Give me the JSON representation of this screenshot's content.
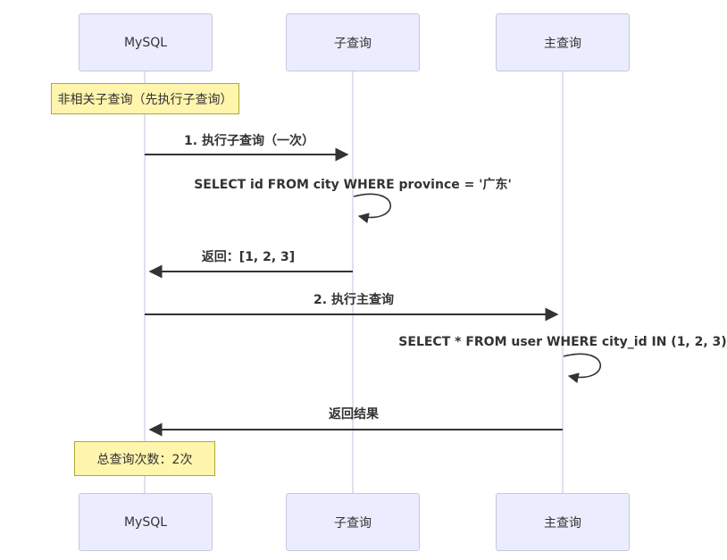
{
  "diagram": {
    "type": "sequence",
    "colors": {
      "background": "#ffffff",
      "actor_fill": "#ECECFF",
      "actor_border": "#c6c6e2",
      "lifeline": "#d5d5e8",
      "note_fill": "#fff5ad",
      "note_border": "#aaaa33",
      "arrow": "#333333",
      "text": "#333333"
    },
    "actors": [
      {
        "id": "mysql",
        "label": "MySQL"
      },
      {
        "id": "subquery",
        "label": "子查询"
      },
      {
        "id": "mainquery",
        "label": "主查询"
      }
    ],
    "notes": [
      {
        "over": "mysql",
        "text": "非相关子查询（先执行子查询）"
      },
      {
        "over": "mysql",
        "text": "总查询次数：2次"
      }
    ],
    "messages": [
      {
        "from": "mysql",
        "to": "subquery",
        "style": "solid-arrow",
        "text": "1. 执行子查询（一次）"
      },
      {
        "self": "subquery",
        "style": "self-loop",
        "text": "SELECT id FROM city WHERE province = '广东'"
      },
      {
        "from": "subquery",
        "to": "mysql",
        "style": "solid-arrow",
        "text": "返回：[1, 2, 3]"
      },
      {
        "from": "mysql",
        "to": "mainquery",
        "style": "solid-arrow",
        "text": "2. 执行主查询"
      },
      {
        "self": "mainquery",
        "style": "self-loop",
        "text": "SELECT * FROM user WHERE city_id IN (1, 2, 3)"
      },
      {
        "from": "mainquery",
        "to": "mysql",
        "style": "solid-arrow",
        "text": "返回结果"
      }
    ]
  }
}
